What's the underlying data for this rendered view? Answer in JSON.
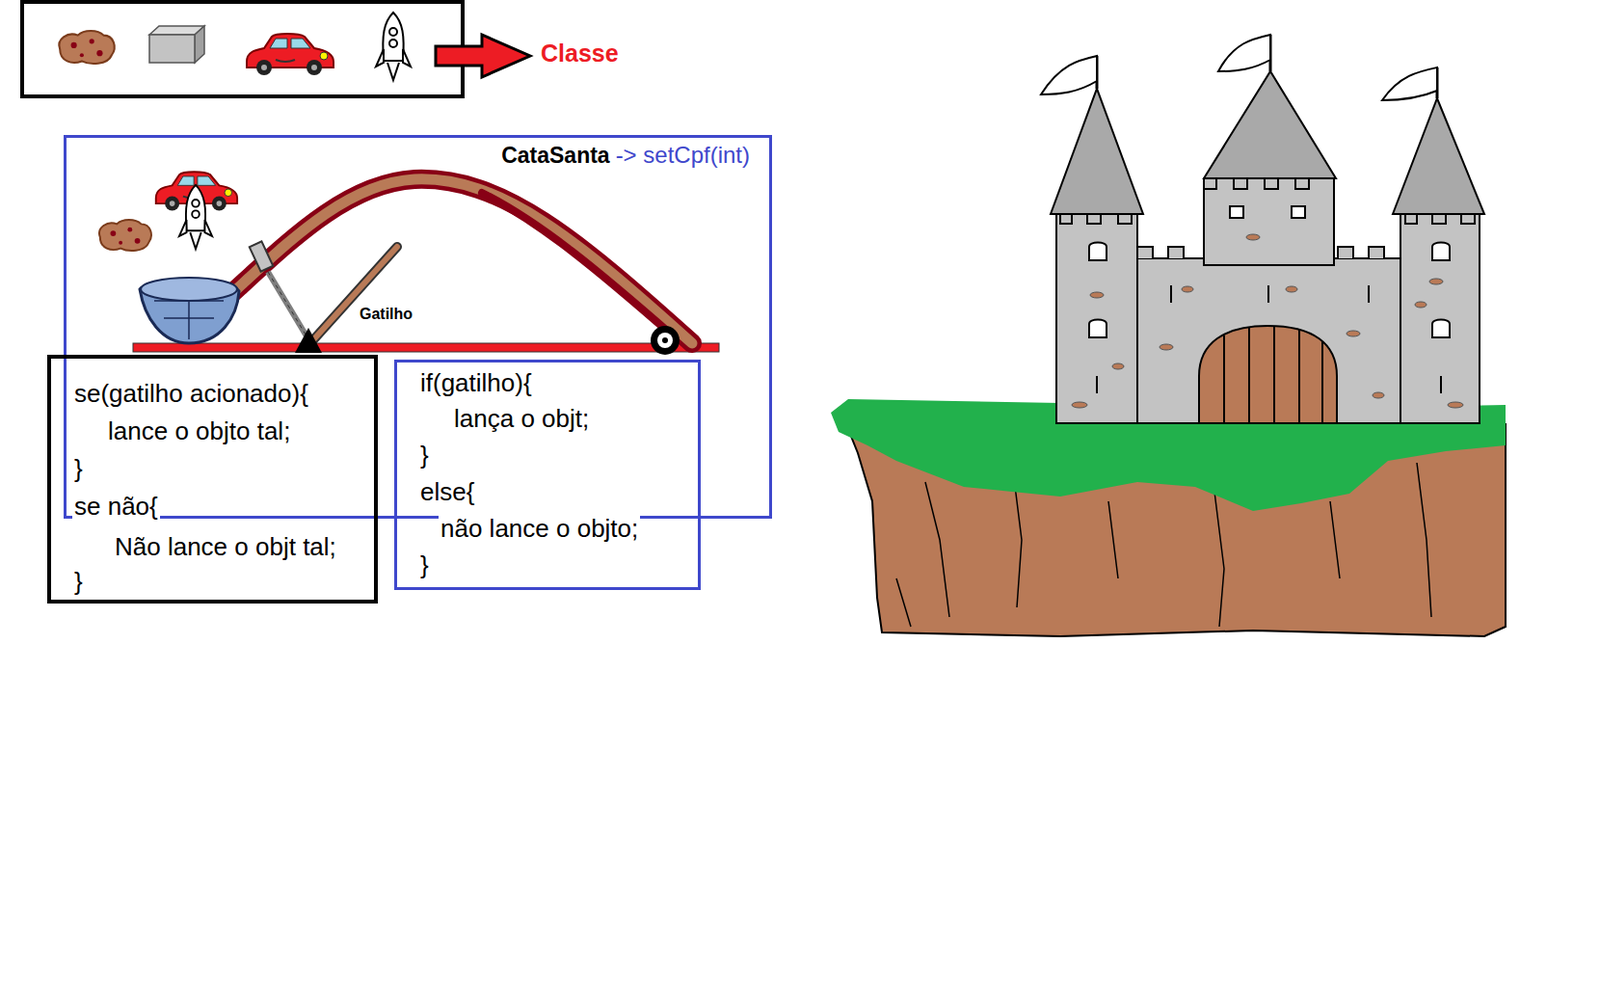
{
  "diagram": {
    "nodes": [
      {
        "text": [
          "CataSanta",
          "-> setCpf(int)"
        ]
      },
      {
        "text": [
          "se(gatilho acionado){",
          "lance o objto tal;",
          "}",
          "se não{",
          "Não lance o objt tal;",
          "}"
        ]
      },
      {
        "text": [
          "if(gatilho){",
          "lança o objt;",
          "}",
          "else{",
          "não lance o objto;",
          "}"
        ]
      }
    ],
    "labels": [
      "Classe",
      "Gatilho"
    ]
  }
}
